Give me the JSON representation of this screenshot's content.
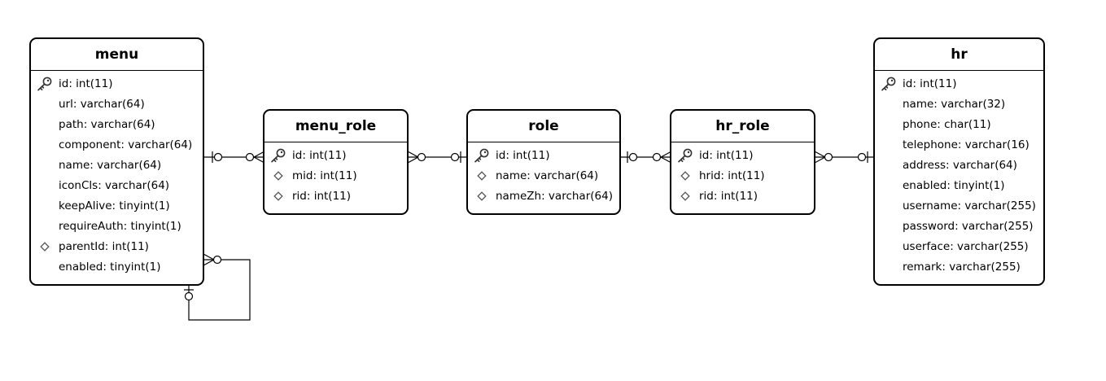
{
  "tables": {
    "menu": {
      "name": "menu",
      "columns": [
        {
          "text": "id: int(11)",
          "icon": "key-icon"
        },
        {
          "text": "url: varchar(64)",
          "icon": ""
        },
        {
          "text": "path: varchar(64)",
          "icon": ""
        },
        {
          "text": "component: varchar(64)",
          "icon": ""
        },
        {
          "text": "name: varchar(64)",
          "icon": ""
        },
        {
          "text": "iconCls: varchar(64)",
          "icon": ""
        },
        {
          "text": "keepAlive: tinyint(1)",
          "icon": ""
        },
        {
          "text": "requireAuth: tinyint(1)",
          "icon": ""
        },
        {
          "text": "parentId: int(11)",
          "icon": "diamond-icon"
        },
        {
          "text": "enabled: tinyint(1)",
          "icon": ""
        }
      ]
    },
    "menu_role": {
      "name": "menu_role",
      "columns": [
        {
          "text": "id: int(11)",
          "icon": "key-icon"
        },
        {
          "text": "mid: int(11)",
          "icon": "diamond-icon"
        },
        {
          "text": "rid: int(11)",
          "icon": "diamond-icon"
        }
      ]
    },
    "role": {
      "name": "role",
      "columns": [
        {
          "text": "id: int(11)",
          "icon": "key-icon"
        },
        {
          "text": "name: varchar(64)",
          "icon": "diamond-icon"
        },
        {
          "text": "nameZh: varchar(64)",
          "icon": "diamond-icon"
        }
      ]
    },
    "hr_role": {
      "name": "hr_role",
      "columns": [
        {
          "text": "id: int(11)",
          "icon": "key-icon"
        },
        {
          "text": "hrid: int(11)",
          "icon": "diamond-icon"
        },
        {
          "text": "rid: int(11)",
          "icon": "diamond-icon"
        }
      ]
    },
    "hr": {
      "name": "hr",
      "columns": [
        {
          "text": "id: int(11)",
          "icon": "key-icon"
        },
        {
          "text": "name: varchar(32)",
          "icon": ""
        },
        {
          "text": "phone: char(11)",
          "icon": ""
        },
        {
          "text": "telephone: varchar(16)",
          "icon": ""
        },
        {
          "text": "address: varchar(64)",
          "icon": ""
        },
        {
          "text": "enabled: tinyint(1)",
          "icon": ""
        },
        {
          "text": "username: varchar(255)",
          "icon": ""
        },
        {
          "text": "password: varchar(255)",
          "icon": ""
        },
        {
          "text": "userface: varchar(255)",
          "icon": ""
        },
        {
          "text": "remark: varchar(255)",
          "icon": ""
        }
      ]
    }
  },
  "relationships": [
    {
      "from": "menu",
      "from_cardinality": "zero-or-one",
      "to": "menu_role",
      "to_cardinality": "zero-or-many"
    },
    {
      "from": "menu_role",
      "from_cardinality": "zero-or-many",
      "to": "role",
      "to_cardinality": "zero-or-one"
    },
    {
      "from": "role",
      "from_cardinality": "zero-or-one",
      "to": "hr_role",
      "to_cardinality": "zero-or-many"
    },
    {
      "from": "hr_role",
      "from_cardinality": "zero-or-many",
      "to": "hr",
      "to_cardinality": "zero-or-one"
    },
    {
      "from": "menu",
      "from_cardinality": "zero-or-one",
      "to": "menu",
      "to_cardinality": "zero-or-many"
    }
  ],
  "colors": {
    "line": "#000000",
    "key_icon": "#333333",
    "diamond_icon": "#555555"
  }
}
